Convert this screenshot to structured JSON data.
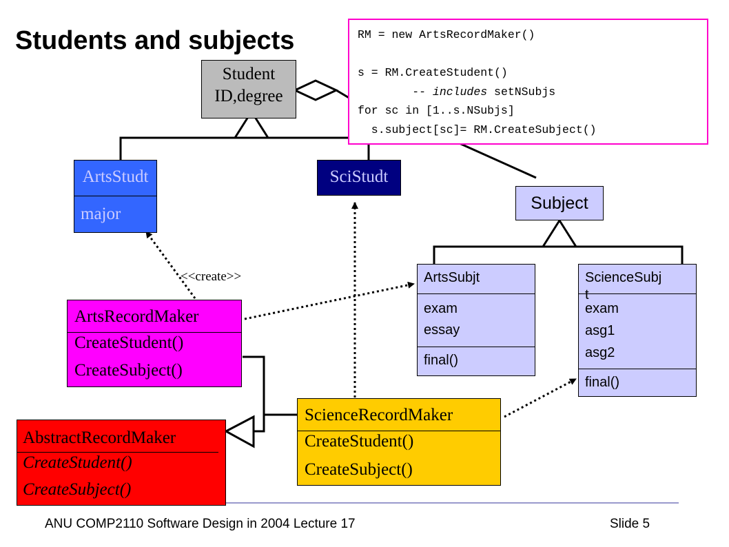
{
  "title": "Students and subjects",
  "code_lines": [
    {
      "pre": "RM = new ArtsRecordMaker()",
      "em": "",
      "post": ""
    },
    {
      "pre": "",
      "em": "",
      "post": ""
    },
    {
      "pre": "s = RM.CreateStudent()",
      "em": "",
      "post": ""
    },
    {
      "pre": "        -- ",
      "em": "includes",
      "post": " setNSubjs"
    },
    {
      "pre": "for sc in [1..s.NSubjs]",
      "em": "",
      "post": ""
    },
    {
      "pre": "  s.subject[sc]= RM.CreateSubject()",
      "em": "",
      "post": ""
    }
  ],
  "classes": {
    "student": {
      "name": "Student",
      "attrs": "ID,degree",
      "color": "#bbbbbb"
    },
    "arts_studt": {
      "name": "ArtsStudt",
      "attrs": "major",
      "color": "#3366ff"
    },
    "sci_studt": {
      "name": "SciStudt",
      "color": "#000080"
    },
    "subject": {
      "name": "Subject",
      "color": "#ccccff"
    },
    "arts_subjt": {
      "name": "ArtsSubjt",
      "attrs": [
        "exam",
        "essay"
      ],
      "methods": [
        "final()"
      ],
      "color": "#ccccff"
    },
    "science_subj": {
      "name": "ScienceSubj",
      "name_overflow": "t",
      "attrs": [
        "exam",
        "asg1",
        "asg2"
      ],
      "methods": [
        "final()"
      ],
      "color": "#ccccff"
    },
    "arts_record_maker": {
      "name": "ArtsRecordMaker",
      "methods": [
        "CreateStudent()",
        "CreateSubject()"
      ],
      "color": "#ff00ff"
    },
    "science_record_maker": {
      "name": "ScienceRecordMaker",
      "methods": [
        "CreateStudent()",
        "CreateSubject()"
      ],
      "color": "#ffcc00"
    },
    "abstract_record_maker": {
      "name": "AbstractRecordMaker",
      "methods": [
        "CreateStudent()",
        "CreateSubject()"
      ],
      "color": "#ff0000"
    }
  },
  "create_label": "<<create>>",
  "footer": {
    "left": "ANU COMP2110 Software Design in 2004 Lecture 17",
    "right": "Slide 5"
  }
}
